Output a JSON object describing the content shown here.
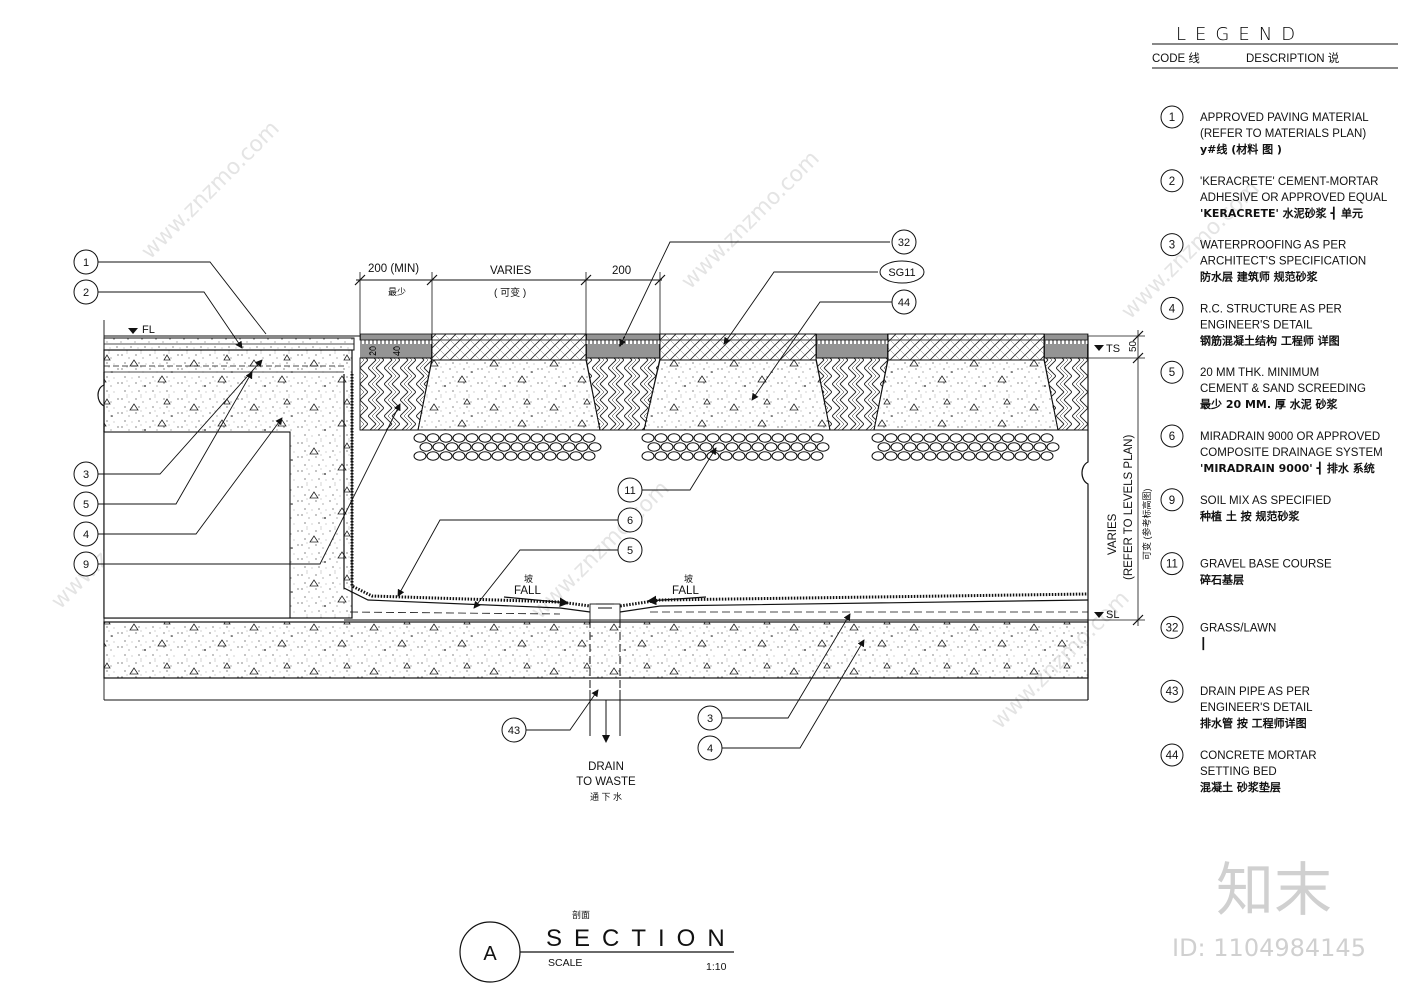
{
  "legend": {
    "title": "LEGEND",
    "code_header": "CODE 线",
    "desc_header": "DESCRIPTION 说",
    "items": [
      {
        "code": "1",
        "lines": [
          "APPROVED PAVING MATERIAL",
          "(REFER TO MATERIALS PLAN)"
        ],
        "cn": "y#线    (材料    图    )"
      },
      {
        "code": "2",
        "lines": [
          "'KERACRETE' CEMENT-MORTAR",
          "ADHESIVE OR APPROVED EQUAL"
        ],
        "cn": "'KERACRETE'  水泥砂浆 ┫ 单元"
      },
      {
        "code": "3",
        "lines": [
          "WATERPROOFING AS PER",
          "ARCHITECT'S SPECIFICATION"
        ],
        "cn": "防水层  建筑师      规范砂浆"
      },
      {
        "code": "4",
        "lines": [
          "R.C. STRUCTURE AS PER",
          "ENGINEER'S DETAIL"
        ],
        "cn": "钢筋混凝土结构  工程师  详图"
      },
      {
        "code": "5",
        "lines": [
          "20 MM THK. MINIMUM",
          "CEMENT & SAND SCREEDING"
        ],
        "cn": "最少  20 MM. 厚  水泥  砂浆"
      },
      {
        "code": "6",
        "lines": [
          "MIRADRAIN 9000 OR APPROVED",
          "COMPOSITE DRAINAGE SYSTEM"
        ],
        "cn": "'MIRADRAIN 9000' ┫  排水  系统"
      },
      {
        "code": "9",
        "lines": [
          "SOIL MIX AS SPECIFIED"
        ],
        "cn": "种植  土  按  规范砂浆"
      },
      {
        "code": "11",
        "lines": [
          "GRAVEL BASE COURSE"
        ],
        "cn": "碎石基层"
      },
      {
        "code": "32",
        "lines": [
          "GRASS/LAWN"
        ],
        "cn": "┃"
      },
      {
        "code": "43",
        "lines": [
          "DRAIN PIPE AS PER",
          "ENGINEER'S DETAIL"
        ],
        "cn": "排水管  按  工程师详图"
      },
      {
        "code": "44",
        "lines": [
          "CONCRETE MORTAR",
          "SETTING BED"
        ],
        "cn": "混凝土  砂浆垫层"
      }
    ]
  },
  "section": {
    "dim_200_min": "200 (MIN)",
    "dim_200_min_cn": "最少",
    "dim_varies": "VARIES",
    "dim_varies_cn": "( 可变 )",
    "dim_200": "200",
    "fl": "FL",
    "ts": "TS",
    "ts_dim": "50",
    "sl": "SL",
    "side_line1": "VARIES",
    "side_line2": "(REFER TO LEVELS PLAN)",
    "side_cn": "可变 (参考标高图)",
    "fall_left": "FALL",
    "fall_right": "FALL",
    "fall_cn": "坡",
    "drain_line1": "DRAIN",
    "drain_line2": "TO WASTE",
    "drain_cn": "通 下 水",
    "callouts_left": [
      "1",
      "2",
      "3",
      "5",
      "4",
      "9"
    ],
    "callouts_top": [
      "32",
      "SG11",
      "44"
    ],
    "callouts_mid": [
      "11",
      "6",
      "5"
    ],
    "callouts_bottom": [
      "43",
      "3",
      "4"
    ],
    "small_dim_a": "20",
    "small_dim_b": "40"
  },
  "title_block": {
    "marker": "A",
    "title": "SECTION",
    "title_cn": "剖面",
    "scale_label": "SCALE",
    "scale_value": "1:10"
  },
  "watermark": {
    "site": "www.znzmo.com",
    "brand": "知末",
    "id": "ID: 1104984145"
  }
}
